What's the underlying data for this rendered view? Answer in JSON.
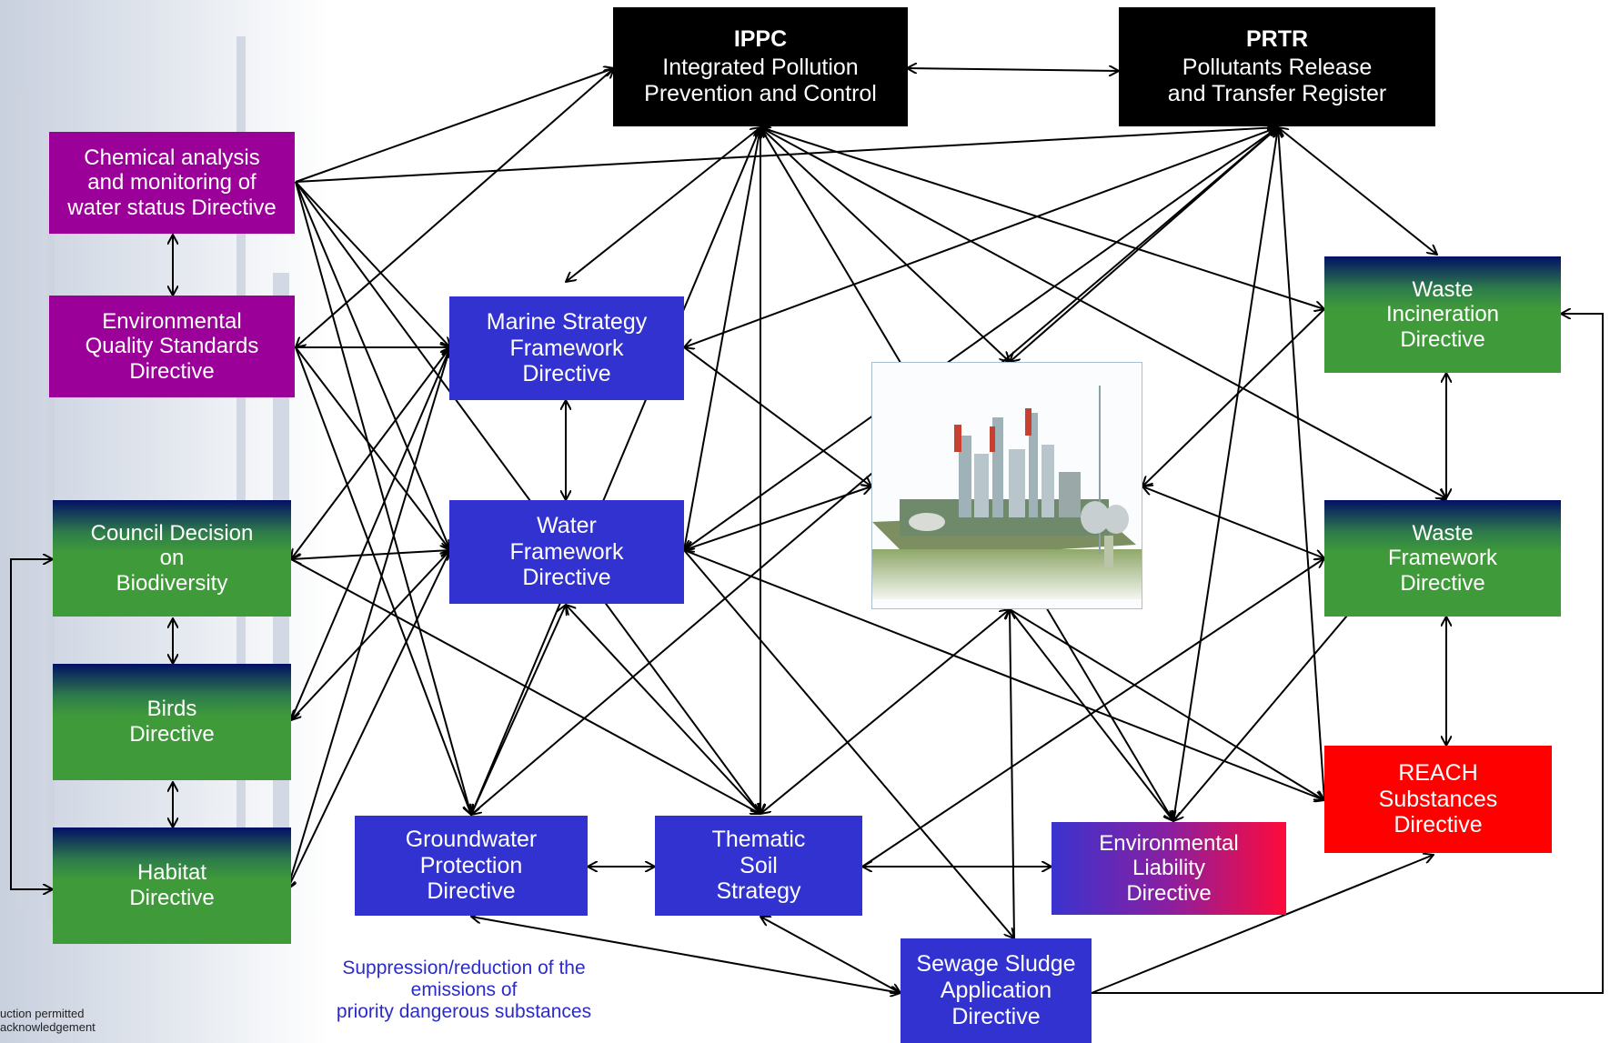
{
  "nodes": {
    "ippc": {
      "title": "IPPC",
      "lines": [
        "Integrated Pollution",
        "Prevention and Control"
      ],
      "color": "#000000"
    },
    "prtr": {
      "title": "PRTR",
      "lines": [
        "Pollutants Release",
        "and Transfer Register"
      ],
      "color": "#000000"
    },
    "chemical": {
      "lines": [
        "Chemical analysis",
        "and monitoring of",
        "water status Directive"
      ],
      "color": "#9b0199"
    },
    "eqs": {
      "lines": [
        "Environmental",
        "Quality Standards",
        "Directive"
      ],
      "color": "#9b0199"
    },
    "biodiversity": {
      "lines": [
        "Council Decision",
        "on",
        "Biodiversity"
      ],
      "color": "#3f9a3a"
    },
    "birds": {
      "lines": [
        "Birds",
        "Directive"
      ],
      "color": "#3f9a3a"
    },
    "habitat": {
      "lines": [
        "Habitat",
        "Directive"
      ],
      "color": "#3f9a3a"
    },
    "marine": {
      "lines": [
        "Marine Strategy",
        "Framework",
        "Directive"
      ],
      "color": "#3232d0"
    },
    "water": {
      "lines": [
        "Water",
        "Framework",
        "Directive"
      ],
      "color": "#3232d0"
    },
    "groundwater": {
      "lines": [
        "Groundwater",
        "Protection",
        "Directive"
      ],
      "color": "#3232d0"
    },
    "soil": {
      "lines": [
        "Thematic",
        "Soil",
        "Strategy"
      ],
      "color": "#3232d0"
    },
    "liability": {
      "lines": [
        "Environmental",
        "Liability",
        "Directive"
      ],
      "color": "#8a1fa0"
    },
    "sludge": {
      "lines": [
        "Sewage Sludge",
        "Application",
        "Directive"
      ],
      "color": "#3232d0"
    },
    "incineration": {
      "lines": [
        "Waste",
        "Incineration",
        "Directive"
      ],
      "color": "#3f9a3a"
    },
    "waste": {
      "lines": [
        "Waste",
        "Framework",
        "Directive"
      ],
      "color": "#3f9a3a"
    },
    "reach": {
      "lines": [
        "REACH",
        "Substances",
        "Directive"
      ],
      "color": "#ff0000"
    }
  },
  "caption": [
    "Suppression/reduction of the",
    "emissions of",
    "priority dangerous substances"
  ],
  "footnote": [
    "uction permitted",
    "acknowledgement"
  ],
  "center_image": "industrial-plant-illustration",
  "arrow_color": "#000000"
}
